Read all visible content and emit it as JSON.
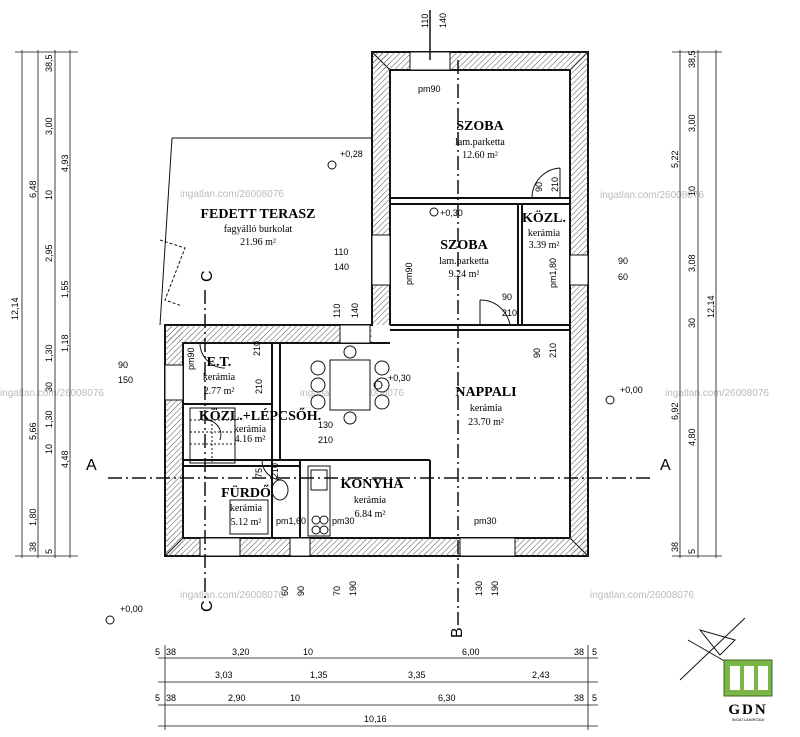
{
  "rooms": {
    "terrace": {
      "name": "FEDETT TERASZ",
      "floor": "fagyálló burkolat",
      "area": "21.96 m²"
    },
    "room1": {
      "name": "SZOBA",
      "floor": "lam.parketta",
      "area": "12.60 m²"
    },
    "room2": {
      "name": "SZOBA",
      "floor": "lam.parketta",
      "area": "9.24 m²"
    },
    "hall": {
      "name": "KÖZL.",
      "floor": "kerámia",
      "area": "3.39 m²"
    },
    "et": {
      "name": "E.T.",
      "floor": "kerámia",
      "area": "2.77 m²"
    },
    "stairs": {
      "name": "KÖZL.+LÉPCSŐH.",
      "floor": "kerámia",
      "area": "4.16 m²"
    },
    "living": {
      "name": "NAPPALI",
      "floor": "kerámia",
      "area": "23.70 m²"
    },
    "bath": {
      "name": "FÜRDŐ",
      "floor": "kerámia",
      "area": "5.12 m²"
    },
    "kitchen": {
      "name": "KONYHA",
      "floor": "kerámia",
      "area": "6.84 m²"
    }
  },
  "levels": {
    "terrace": "+0,28",
    "room2": "+0,30",
    "dining": "+0,30",
    "right": "+0,00",
    "outside": "+0,00"
  },
  "sections": {
    "a": "A",
    "b": "B",
    "c": "C"
  },
  "openings": {
    "pm90_top": "pm90",
    "pm90_mid": "pm90",
    "pm1_80": "pm1,80",
    "pm1_60": "pm1,60",
    "pm30_kitchen": "pm30",
    "pm30_living": "pm30",
    "pm90_et": "pm90"
  },
  "top_dims": {
    "d110": "110",
    "d140": "140"
  },
  "left_dims_outer": [
    "38,5",
    "6,48",
    "12,14",
    "5,66",
    "1,80",
    "38"
  ],
  "left_dims_inner": [
    "3,00",
    "4,93",
    "10",
    "2,95",
    "1,55",
    "1,18",
    "1,30",
    "30",
    "1,30",
    "10",
    "4,48",
    "5"
  ],
  "right_dims_outer": [
    "38,5",
    "5,22",
    "12,14",
    "6,92",
    "38"
  ],
  "right_dims_inner": [
    "3,00",
    "10",
    "3,08",
    "30",
    "4,80",
    "5"
  ],
  "bottom_row1": [
    "5",
    "38",
    "3,20",
    "10",
    "6,00",
    "38",
    "5"
  ],
  "bottom_row2": [
    "3,03",
    "1,35",
    "3,35",
    "2,43"
  ],
  "bottom_row3": [
    "5",
    "38",
    "2,90",
    "10",
    "6,30",
    "38",
    "5"
  ],
  "bottom_total": "10,16",
  "inner_dims": {
    "t110": "110",
    "t140": "140",
    "t110b": "110",
    "t140b": "140",
    "r90": "90",
    "r60": "60",
    "l90": "90",
    "l150": "150",
    "s90": "90",
    "s210": "210",
    "h90": "90",
    "h210": "210",
    "e210a": "210",
    "e210b": "210",
    "c130": "130",
    "c210": "210",
    "n90": "90",
    "n210": "210",
    "k75": "75",
    "k210": "210",
    "b60": "60",
    "b90": "90",
    "b70": "70",
    "b190": "190",
    "b130": "130",
    "b190b": "190"
  },
  "watermarks": [
    "ingatlan.com/26008076"
  ],
  "logo": {
    "name": "GDN",
    "tagline": "INGATLANIRODA"
  }
}
